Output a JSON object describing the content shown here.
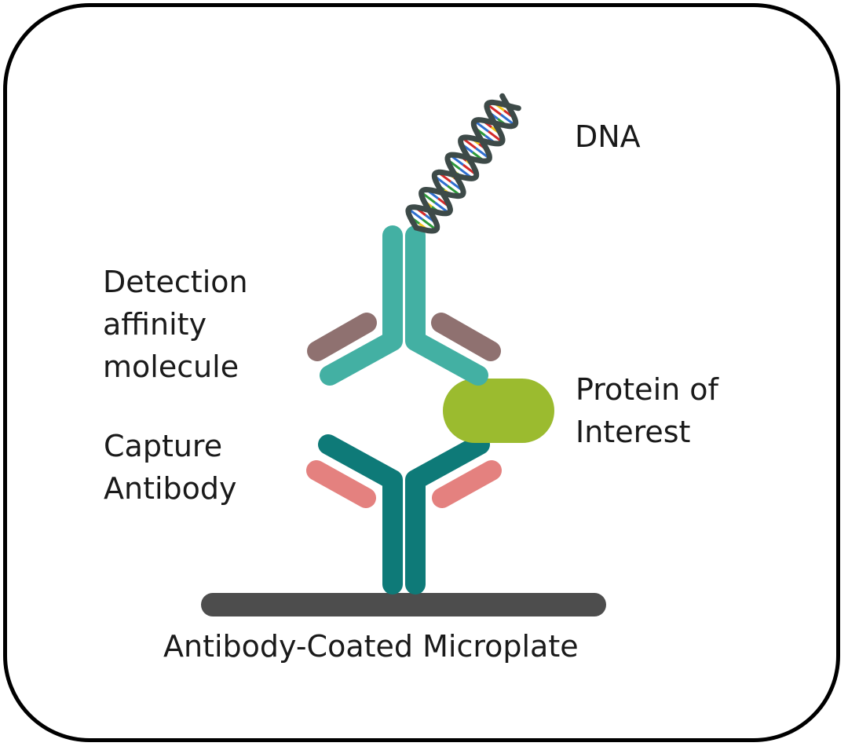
{
  "labels": {
    "dna": "DNA",
    "detection": [
      "Detection",
      "affinity",
      "molecule"
    ],
    "protein": [
      "Protein of",
      "Interest"
    ],
    "capture": [
      "Capture",
      "Antibody"
    ],
    "microplate": "Antibody-Coated Microplate"
  },
  "colors": {
    "border": "#000000",
    "microplate": "#4d4d4d",
    "detection_heavy": "#43b0a3",
    "detection_light": "#8f7170",
    "capture_heavy": "#0e7a78",
    "capture_light": "#e4817f",
    "protein": "#9bbb2f",
    "dna_backbone": "#3d4a48",
    "dna_base_pairs": [
      "#d42a2a",
      "#f0c419",
      "#2d9a3a",
      "#2f6fd0"
    ]
  },
  "icons": {
    "dna": "dna-double-helix-icon",
    "detection": "antibody-icon",
    "capture": "antibody-icon",
    "protein": "protein-blob-icon",
    "microplate": "plate-bar-icon"
  }
}
